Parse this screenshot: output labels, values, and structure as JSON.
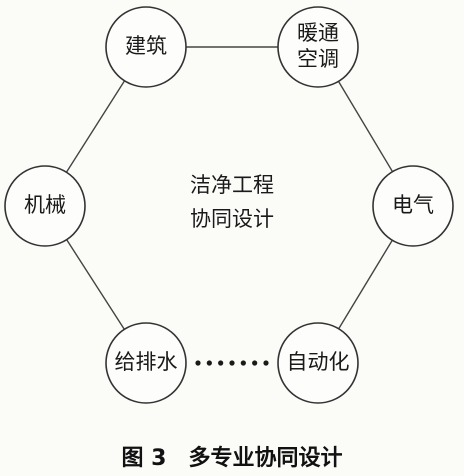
{
  "diagram": {
    "nodes": [
      {
        "id": "jianzhu",
        "lines": [
          "建筑"
        ]
      },
      {
        "id": "nuantong",
        "lines": [
          "暖通",
          "空调"
        ]
      },
      {
        "id": "dianqi",
        "lines": [
          "电气"
        ]
      },
      {
        "id": "zidonghua",
        "lines": [
          "自动化"
        ]
      },
      {
        "id": "geipaishui",
        "lines": [
          "给排水"
        ]
      },
      {
        "id": "jixie",
        "lines": [
          "机械"
        ]
      }
    ],
    "edges": [
      {
        "from": "jianzhu",
        "to": "nuantong",
        "style": "solid"
      },
      {
        "from": "nuantong",
        "to": "dianqi",
        "style": "solid"
      },
      {
        "from": "dianqi",
        "to": "zidonghua",
        "style": "solid"
      },
      {
        "from": "zidonghua",
        "to": "geipaishui",
        "style": "dotted"
      },
      {
        "from": "geipaishui",
        "to": "jixie",
        "style": "solid"
      },
      {
        "from": "jixie",
        "to": "jianzhu",
        "style": "solid"
      }
    ],
    "center": {
      "line1": "洁净工程",
      "line2": "协同设计"
    },
    "caption": "图 3　多专业协同设计"
  }
}
